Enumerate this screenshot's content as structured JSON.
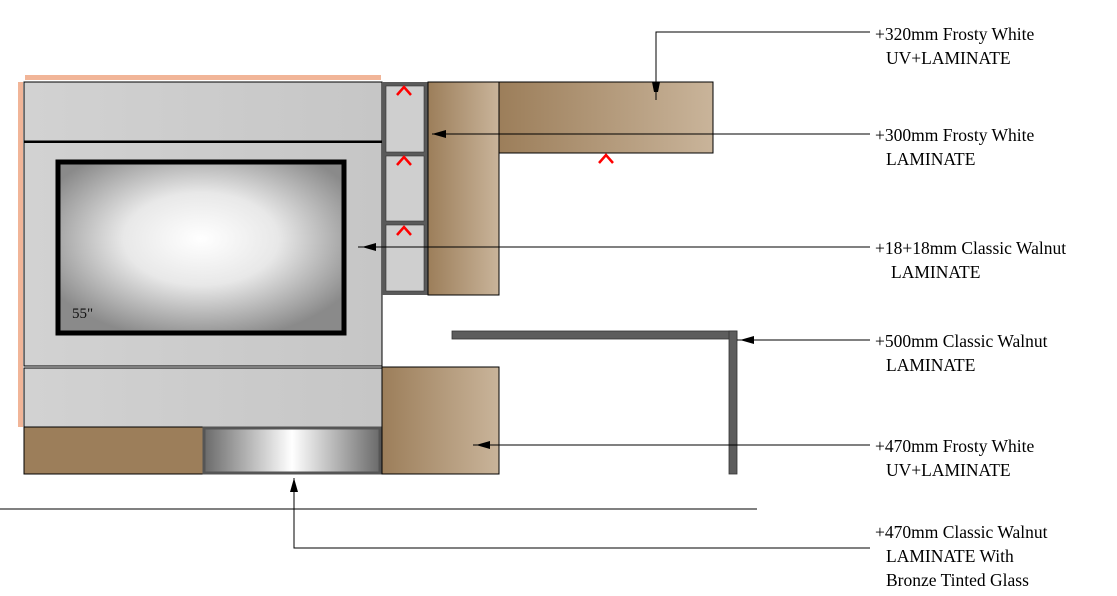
{
  "tv": {
    "size_label": "55\""
  },
  "callouts": [
    {
      "lines": [
        "+320mm Frosty White",
        "UV+LAMINATE"
      ]
    },
    {
      "lines": [
        "+300mm Frosty White",
        "LAMINATE"
      ]
    },
    {
      "lines": [
        "+18+18mm Classic Walnut",
        "LAMINATE"
      ]
    },
    {
      "lines": [
        "+500mm Classic Walnut",
        "LAMINATE"
      ]
    },
    {
      "lines": [
        "+470mm Frosty White",
        "UV+LAMINATE"
      ]
    },
    {
      "lines": [
        "+470mm Classic Walnut",
        "LAMINATE With",
        "Bronze Tinted Glass"
      ]
    }
  ],
  "colors": {
    "walnut_dark": "#9c7e5a",
    "walnut_light": "#c9b49a",
    "panel_grey": "#cbcbcb",
    "frame_dark": "#5a5a5a",
    "marker_red": "#ff0000",
    "edge_orange": "#e8906a"
  }
}
